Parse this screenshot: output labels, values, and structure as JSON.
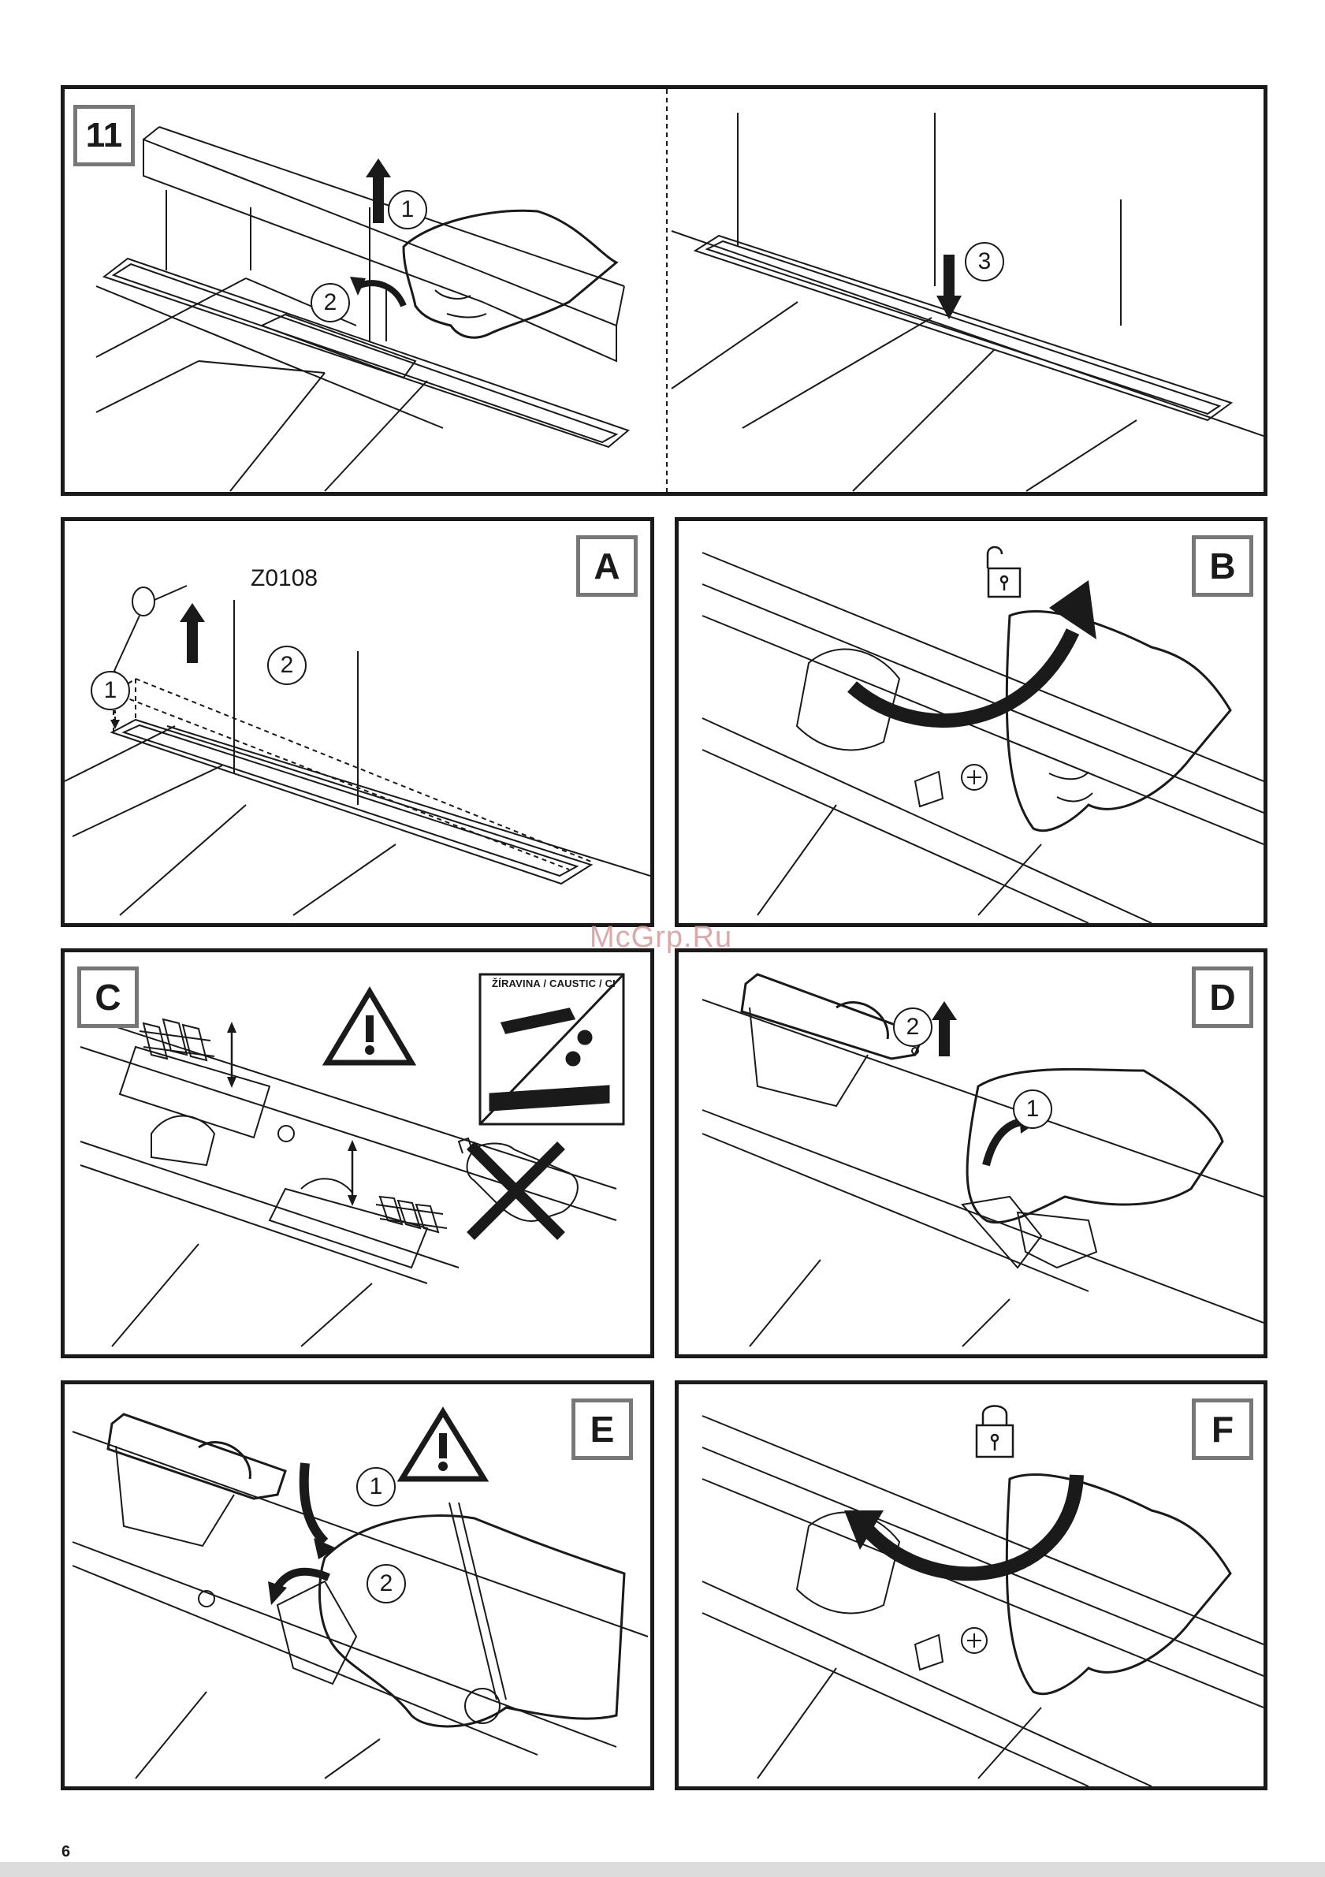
{
  "step11": {
    "tag": "11",
    "callouts": [
      "1",
      "2",
      "3"
    ]
  },
  "panelA": {
    "tag": "A",
    "part_code": "Z0108",
    "callouts": [
      "1",
      "2"
    ]
  },
  "panelB": {
    "tag": "B",
    "icon": "unlock-padlock-icon"
  },
  "panelC": {
    "tag": "C",
    "warning_icon": "warning-triangle-icon",
    "caustic_label": "ŽÍRAVINA / CAUSTIC / CI",
    "prohibited_icon": "cross-icon"
  },
  "panelD": {
    "tag": "D",
    "callouts": [
      "2",
      "1"
    ]
  },
  "panelE": {
    "tag": "E",
    "warning_icon": "warning-triangle-icon",
    "callouts": [
      "1",
      "2"
    ]
  },
  "panelF": {
    "tag": "F",
    "icon": "locked-padlock-icon"
  },
  "watermark": "McGrp.Ru",
  "page_number": "6"
}
